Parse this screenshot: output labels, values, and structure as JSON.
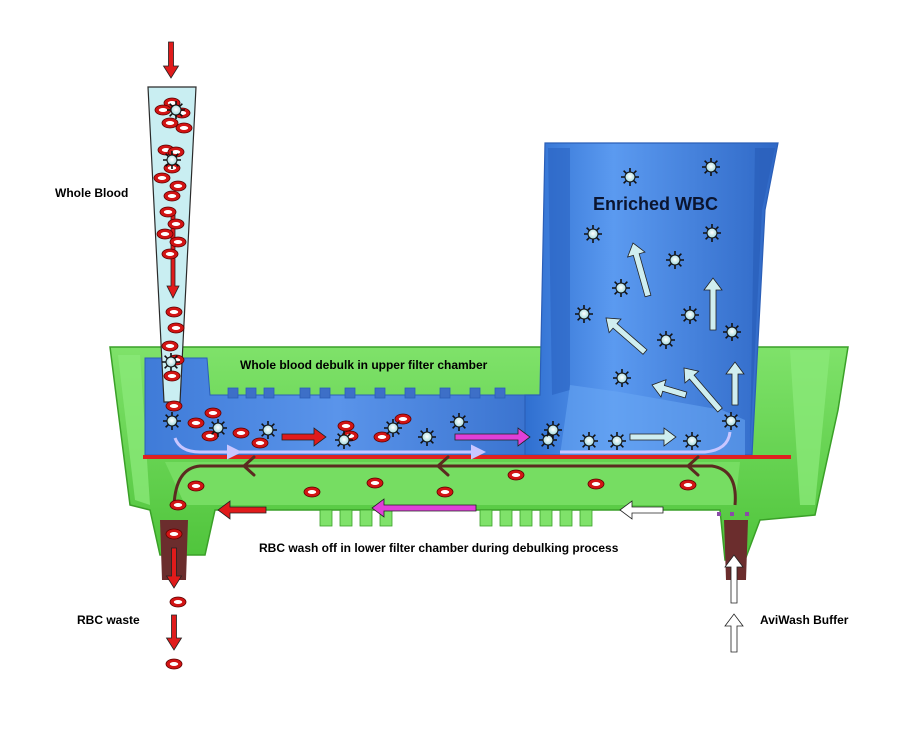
{
  "labels": {
    "whole_blood": "Whole Blood",
    "enriched_wbc": "Enriched WBC",
    "upper_debulk": "Whole blood debulk in upper filter chamber",
    "lower_washoff": "RBC wash off in lower filter chamber during debulking process",
    "rbc_waste": "RBC waste",
    "aviwash_buffer": "AviWash Buffer"
  },
  "colors": {
    "lower_chamber": "#5fd14a",
    "upper_chamber": "#4a86e0",
    "funnel_fill": "#c9eef2",
    "rbc": "#d21414",
    "wbc": "#cfeef0",
    "flow_red": "#e01b1b",
    "flow_magenta": "#e040d8",
    "flow_lavender": "#c9c6ff",
    "filter_line": "#e02020",
    "port": "#6b2d2d",
    "buffer_arrow": "#ffffff"
  },
  "icons": {
    "rbc": "red-blood-cell-icon",
    "wbc": "white-blood-cell-icon"
  }
}
